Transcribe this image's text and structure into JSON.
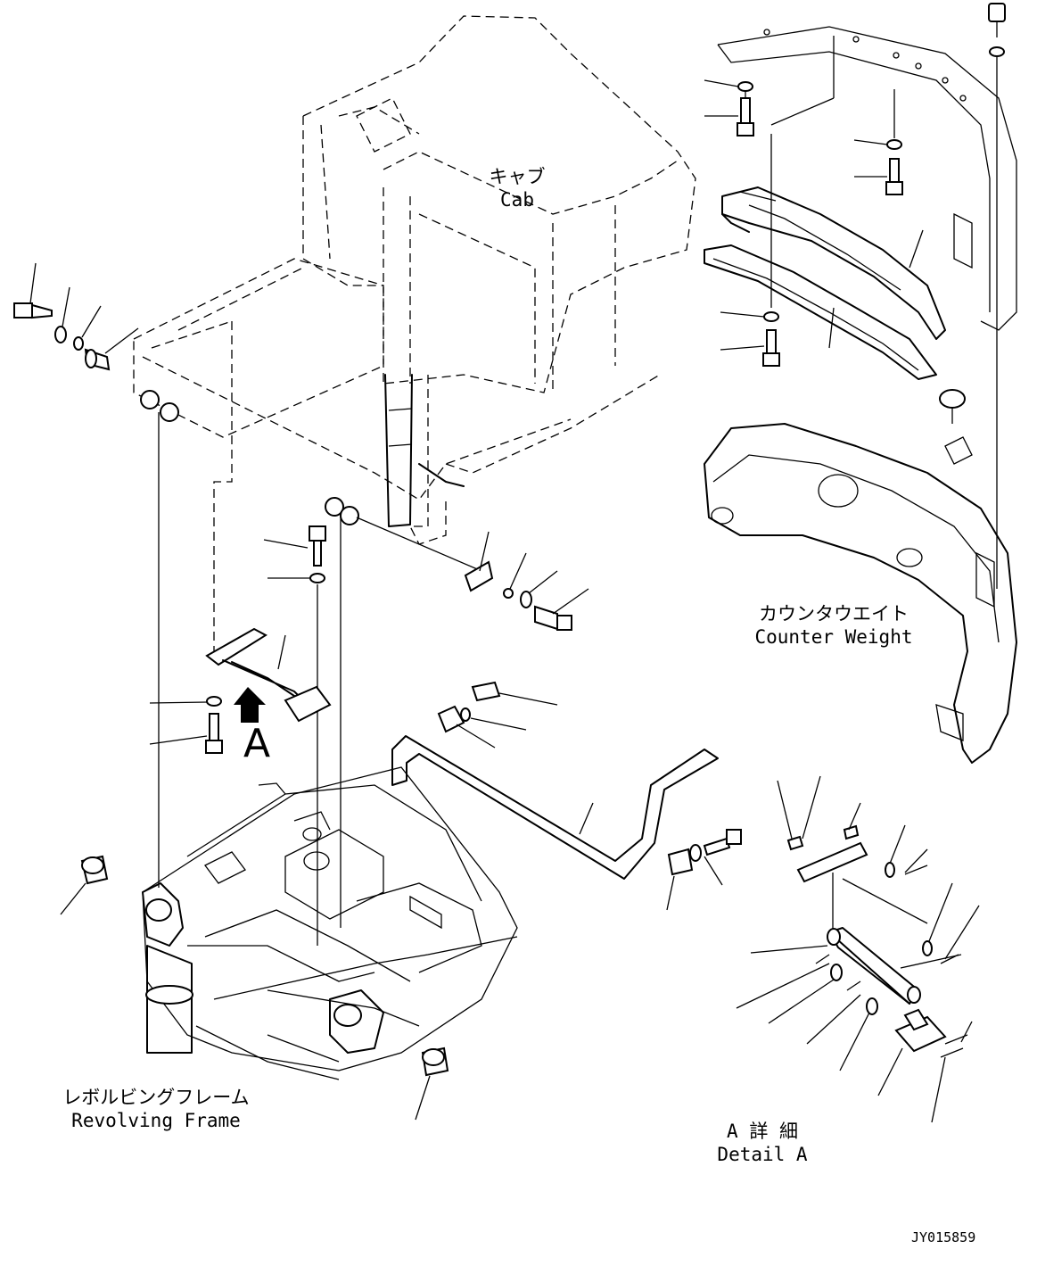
{
  "labels": {
    "cab_jp": "キャブ",
    "cab_en": "Cab",
    "counterweight_jp": "カウンタウエイト",
    "counterweight_en": "Counter Weight",
    "frame_jp": "レボルビングフレーム",
    "frame_en": "Revolving Frame",
    "detail_jp": "A 詳 細",
    "detail_en": "Detail A",
    "view_arrow_letter": "A",
    "drawing_code": "JY015859"
  },
  "colors": {
    "ink": "#000000",
    "paper": "#ffffff"
  }
}
